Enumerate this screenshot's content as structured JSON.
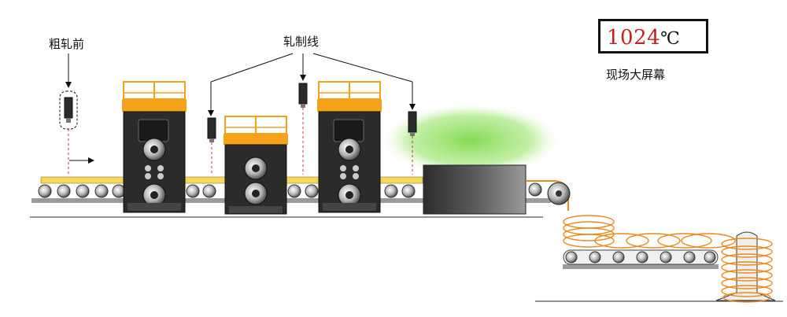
{
  "labels": {
    "rough_rolling": "粗轧前",
    "rolling_line": "轧制线",
    "screen_caption": "现场大屏幕"
  },
  "display": {
    "temperature_value": "1024",
    "temperature_unit": "℃"
  },
  "colors": {
    "orange": "#f5a21a",
    "yellow": "#f6d85a",
    "stand_dark": "#2b2b2b",
    "laser_red": "#d32f2f",
    "green_glow": "#9be36a",
    "coil_orange": "#e98a1c",
    "temp_red": "#c62020"
  },
  "icons": [
    "pyrometer-sensor-icon",
    "arrow-right-icon"
  ]
}
